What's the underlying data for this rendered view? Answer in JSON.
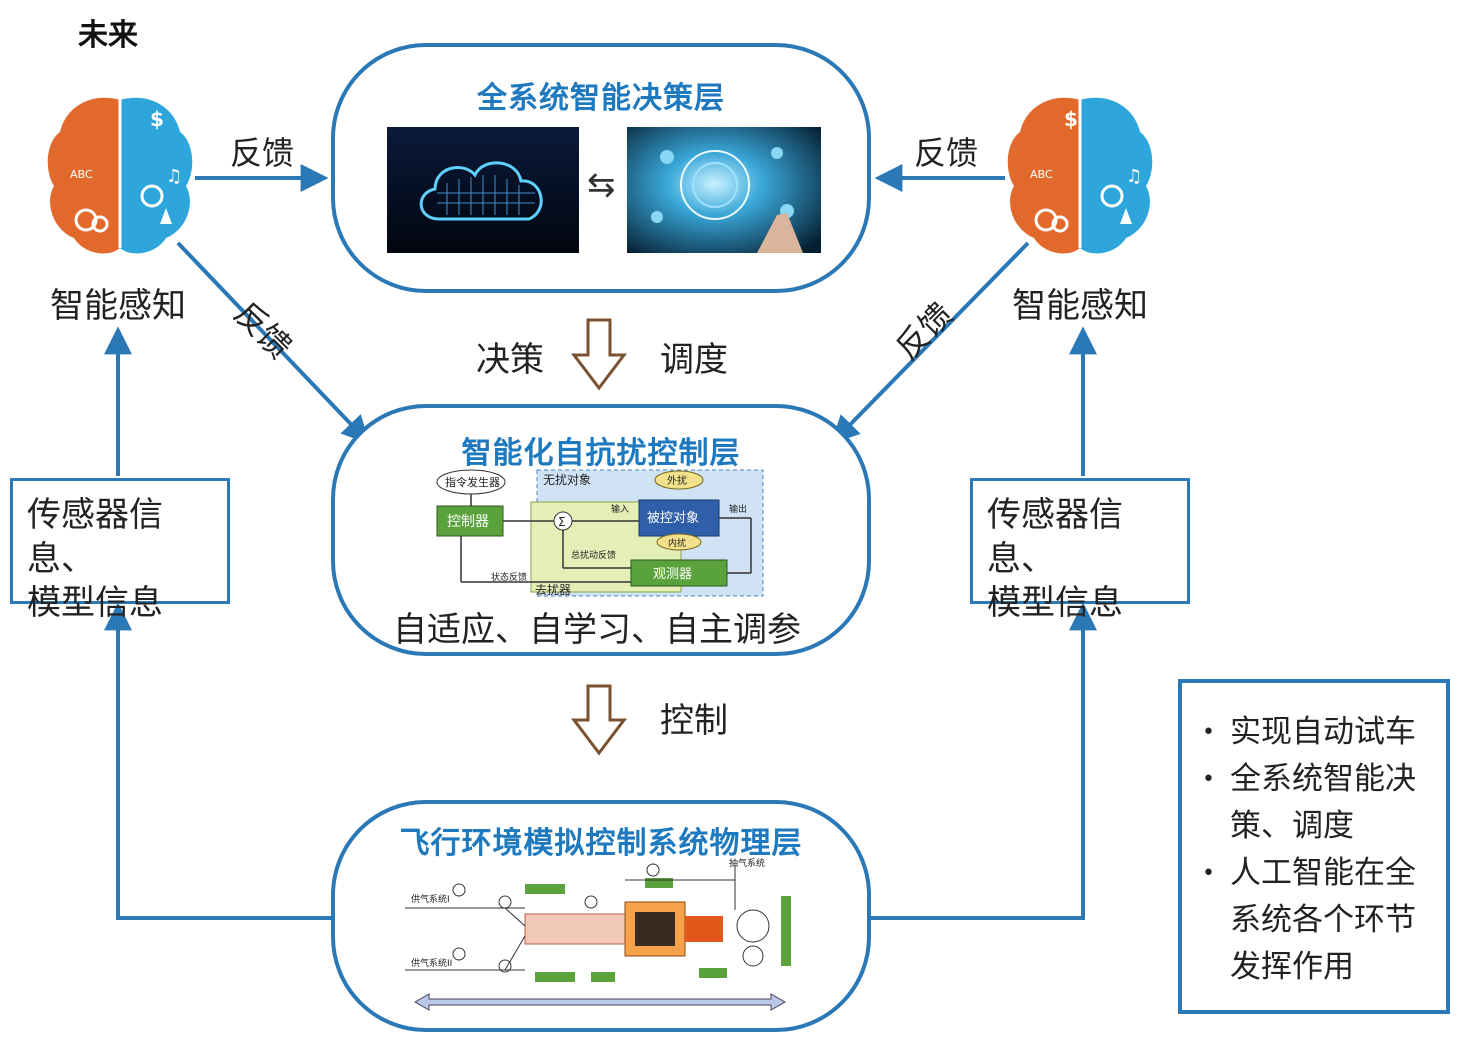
{
  "corner_label": "未来",
  "layers": {
    "decision": {
      "title": "全系统智能决策层",
      "exchange_arrows": "⇆"
    },
    "control": {
      "title": "智能化自抗扰控制层",
      "subtitle": "自适应、自学习、自主调参",
      "diagram": {
        "command_generator": "指令发生器",
        "controller": "控制器",
        "sigma": "Σ",
        "undisturbed_object": "无扰对象",
        "external_disturbance": "外扰",
        "controlled_object": "被控对象",
        "internal_disturbance": "内扰",
        "observer": "观测器",
        "input": "输入",
        "output": "输出",
        "total_disturbance_feedback": "总扰动反馈",
        "state_feedback": "状态反馈",
        "disturbance_remover": "去扰器"
      }
    },
    "physical": {
      "title": "飞行环境模拟控制系统物理层",
      "diagram": {
        "supply_1": "供气系统I",
        "supply_2": "供气系统II",
        "exhaust": "抽气系统"
      }
    }
  },
  "left_side": {
    "perception": "智能感知",
    "feedback_top": "反馈",
    "feedback_diag": "反馈",
    "info_box": [
      "传感器信息、",
      "模型信息"
    ]
  },
  "right_side": {
    "perception": "智能感知",
    "feedback_top": "反馈",
    "feedback_diag": "反馈",
    "info_box": [
      "传感器信息、",
      "模型信息"
    ]
  },
  "center_labels": {
    "decision": "决策",
    "dispatch": "调度",
    "control": "控制"
  },
  "bullets": [
    [
      "实现自动试车"
    ],
    [
      "全系统智能决",
      "策、调度"
    ],
    [
      "人工智能在全",
      "系统各个环节",
      "发挥作用"
    ]
  ],
  "colors": {
    "accent": "#1f79bf",
    "frame": "#2b78b6",
    "arrow_hollow": "#7a5230",
    "brain_left": "#e2692c",
    "brain_right": "#2ea6dc"
  }
}
